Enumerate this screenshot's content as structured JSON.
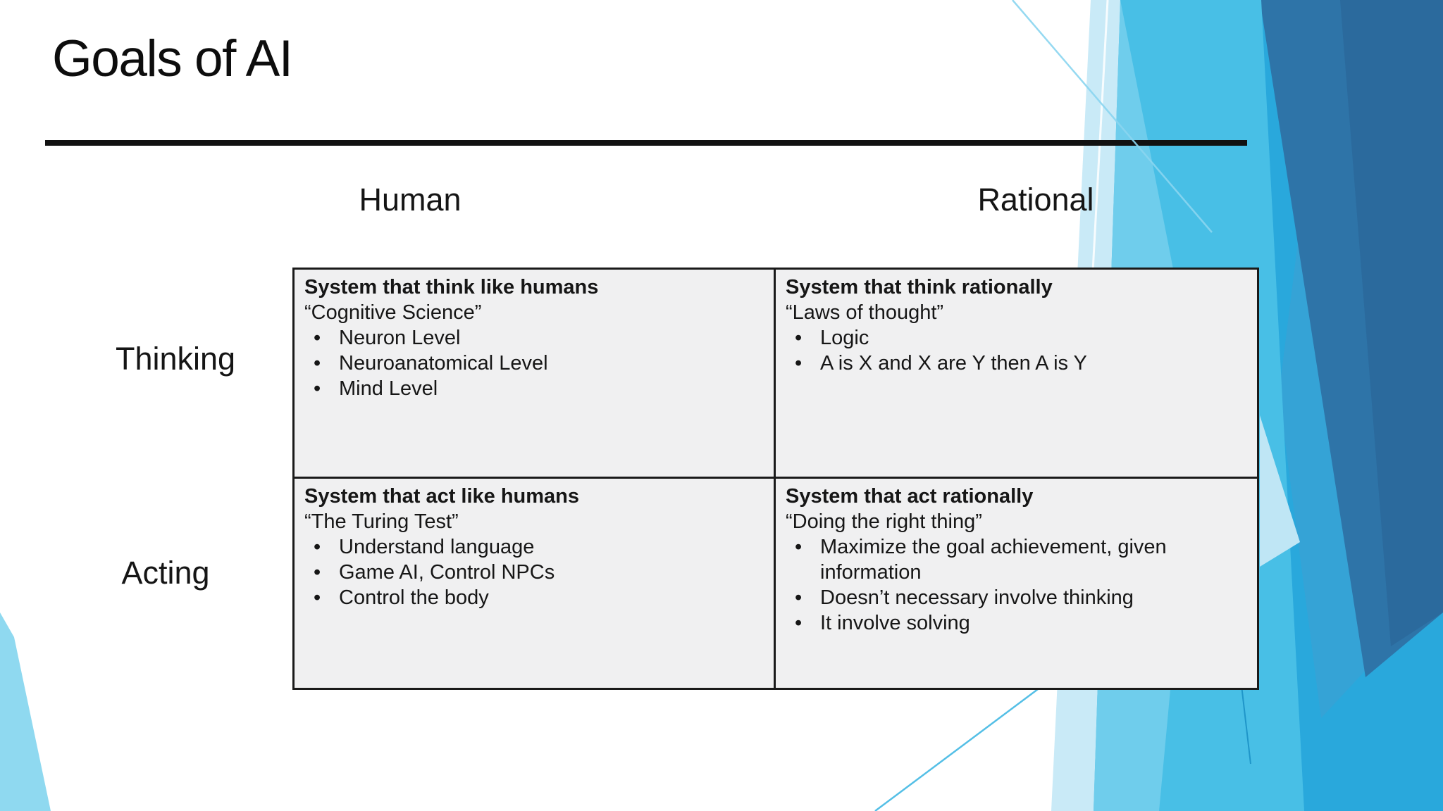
{
  "slide": {
    "title": "Goals of AI",
    "bullet_char": "•",
    "columns": [
      {
        "label": "Human"
      },
      {
        "label": "Rational"
      }
    ],
    "rows": [
      {
        "label": "Thinking"
      },
      {
        "label": "Acting"
      }
    ],
    "matrix": {
      "cells": [
        {
          "heading": "System that think like humans",
          "subtitle": "“Cognitive Science”",
          "bullets": [
            "Neuron Level",
            "Neuroanatomical Level",
            "Mind Level"
          ]
        },
        {
          "heading": "System that think rationally",
          "subtitle": "“Laws of thought”",
          "bullets": [
            "Logic",
            "A is X and X are Y then A is Y"
          ]
        },
        {
          "heading": "System that act like humans",
          "subtitle": "“The Turing Test”",
          "bullets": [
            "Understand language",
            "Game AI, Control NPCs",
            "Control the body"
          ]
        },
        {
          "heading": "System that act rationally",
          "subtitle": "“Doing the right thing”",
          "bullets": [
            "Maximize the goal achievement, given information",
            "Doesn’t necessary involve thinking",
            "It involve solving"
          ]
        }
      ]
    },
    "colors": {
      "text": "#111111",
      "cell_background": "#f0f0f1",
      "table_border": "#1a1a1a",
      "sky_blue": "#48bfe6",
      "sky_blue_light": "#6fcdec",
      "pale_blue": "#c9eaf7",
      "steel_blue": "#2e74a8",
      "steel_blue_dark": "#2b6a9d",
      "cyan_deep": "#29a8dc",
      "wedge_blue": "#8fd9f0"
    }
  }
}
